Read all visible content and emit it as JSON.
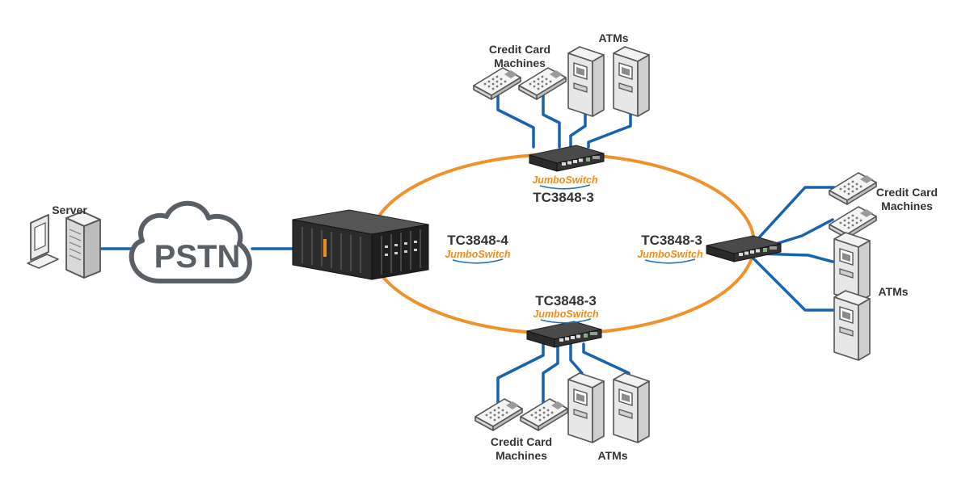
{
  "server": {
    "label": "Server"
  },
  "cloud": {
    "label": "PSTN"
  },
  "core": {
    "model": "TC3848-4",
    "brand": "JumboSwitch"
  },
  "nodes": {
    "top": {
      "model": "TC3848-3",
      "brand": "JumboSwitch"
    },
    "right": {
      "model": "TC3848-3",
      "brand": "JumboSwitch"
    },
    "bottom": {
      "model": "TC3848-3",
      "brand": "JumboSwitch"
    }
  },
  "endpoints": {
    "top_cc": [
      "Credit Card",
      "Machines"
    ],
    "top_atm": "ATMs",
    "right_cc": [
      "Credit Card",
      "Machines"
    ],
    "right_atm": "ATMs",
    "bottom_cc": [
      "Credit Card",
      "Machines"
    ],
    "bottom_atm": "ATMs"
  },
  "colors": {
    "ring": "#f0922b",
    "link": "#1763ad",
    "brand_orange": "#f08c1e",
    "brand_blue": "#1b75bb"
  }
}
